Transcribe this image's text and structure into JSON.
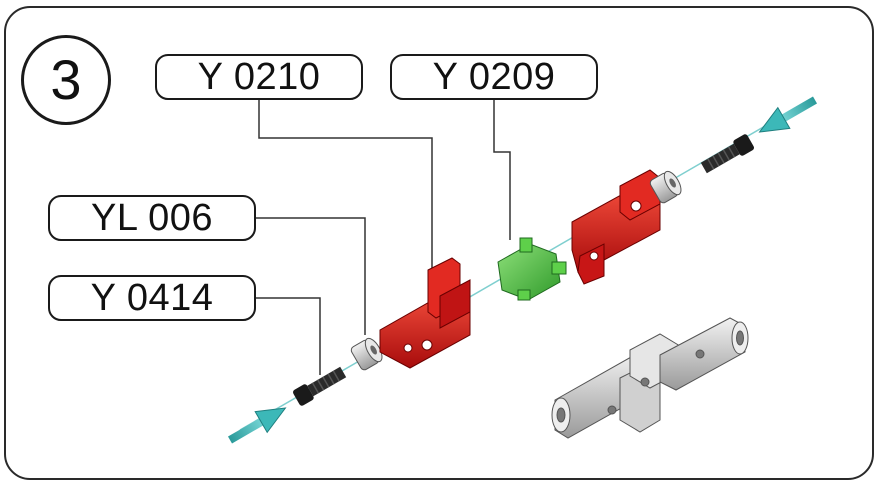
{
  "step_number": "3",
  "labels": {
    "y0210": "Y 0210",
    "y0209": "Y 0209",
    "yl006": "YL 006",
    "y0414": "Y 0414"
  },
  "colors": {
    "red_part": "#e01818",
    "green_part": "#4cc83c",
    "arrow": "#3cb8b8",
    "bearing": "#c8c8c8",
    "screw": "#202020",
    "assembled": "#d8d8d8"
  }
}
